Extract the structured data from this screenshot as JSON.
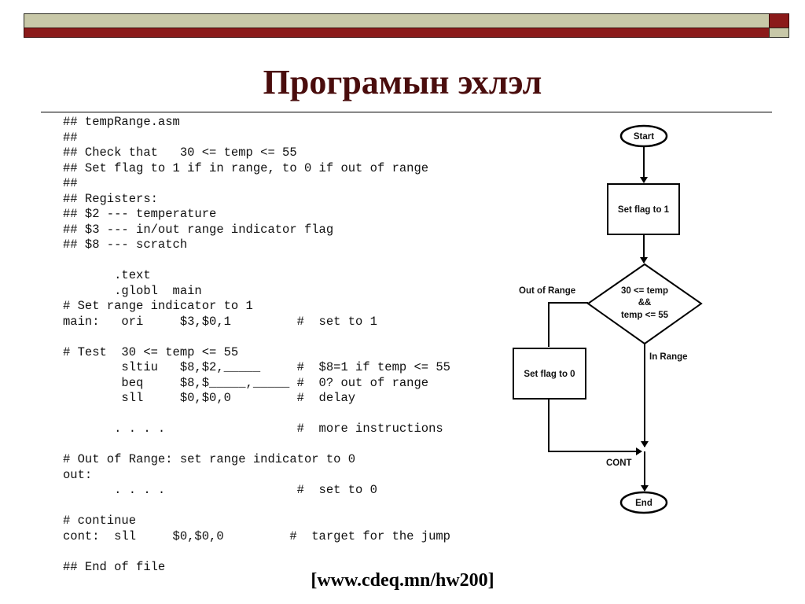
{
  "slide": {
    "title": "Програмын эхлэл",
    "footer": "[www.cdeq.mn/hw200]",
    "colors": {
      "title": "#4a0d0d",
      "bar_dark": "#8b1a1a",
      "bar_light": "#c8c8a8"
    }
  },
  "code": {
    "lines": [
      "## tempRange.asm",
      "##",
      "## Check that   30 <= temp <= 55",
      "## Set flag to 1 if in range, to 0 if out of range",
      "##",
      "## Registers:",
      "## $2 --- temperature",
      "## $3 --- in/out range indicator flag",
      "## $8 --- scratch",
      "",
      "       .text",
      "       .globl  main",
      "# Set range indicator to 1",
      "main:   ori     $3,$0,1         #  set to 1",
      "",
      "# Test  30 <= temp <= 55",
      "        sltiu   $8,$2,_____     #  $8=1 if temp <= 55",
      "        beq     $8,$_____,_____ #  0? out of range",
      "        sll     $0,$0,0         #  delay",
      "",
      "       . . . .                  #  more instructions",
      "",
      "# Out of Range: set range indicator to 0",
      "out:",
      "       . . . .                  #  set to 0",
      "",
      "# continue",
      "cont:  sll     $0,$0,0         #  target for the jump",
      "",
      "## End of file"
    ]
  },
  "flowchart": {
    "start": "Start",
    "set1": "Set flag to 1",
    "cond1": "30 <= temp",
    "cond2": "&&",
    "cond3": "temp <= 55",
    "out_label": "Out of Range",
    "in_label": "In Range",
    "set0": "Set flag to 0",
    "cont": "CONT",
    "end": "End"
  }
}
